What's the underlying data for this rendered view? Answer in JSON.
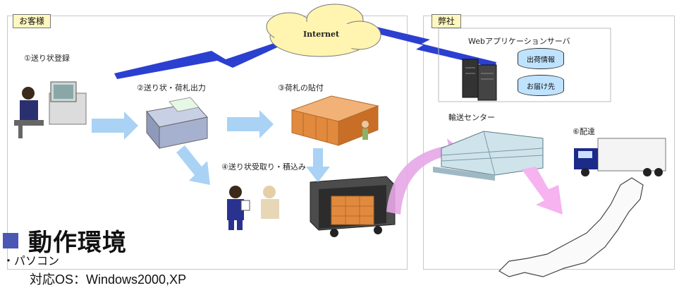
{
  "customer_panel": {
    "tag": "お客様"
  },
  "company_panel": {
    "tag": "弊社"
  },
  "internet": {
    "label": "Internet"
  },
  "steps": {
    "step1": "①送り状登録",
    "step2": "②送り状・荷札出力",
    "step3": "③荷札の貼付",
    "step4": "④送り状受取り・積込み",
    "step6": "⑥配達"
  },
  "server": {
    "title": "Webアプリケーションサーバ",
    "db1": "出荷情報",
    "db2": "お届け先"
  },
  "transport_center": {
    "label": "輸送センター"
  },
  "section": {
    "heading": "動作環境",
    "bullet": "・パソコン",
    "os_line": "対応OS：Windows2000,XP"
  },
  "colors": {
    "accent": "#4a57b5",
    "tag_bg": "#fff7bf",
    "cloud": "#fff4b0",
    "lightning": "#2b3fd0",
    "arrow_blue": "#a9d2f5",
    "arrow_pink": "#e6a6e6"
  }
}
